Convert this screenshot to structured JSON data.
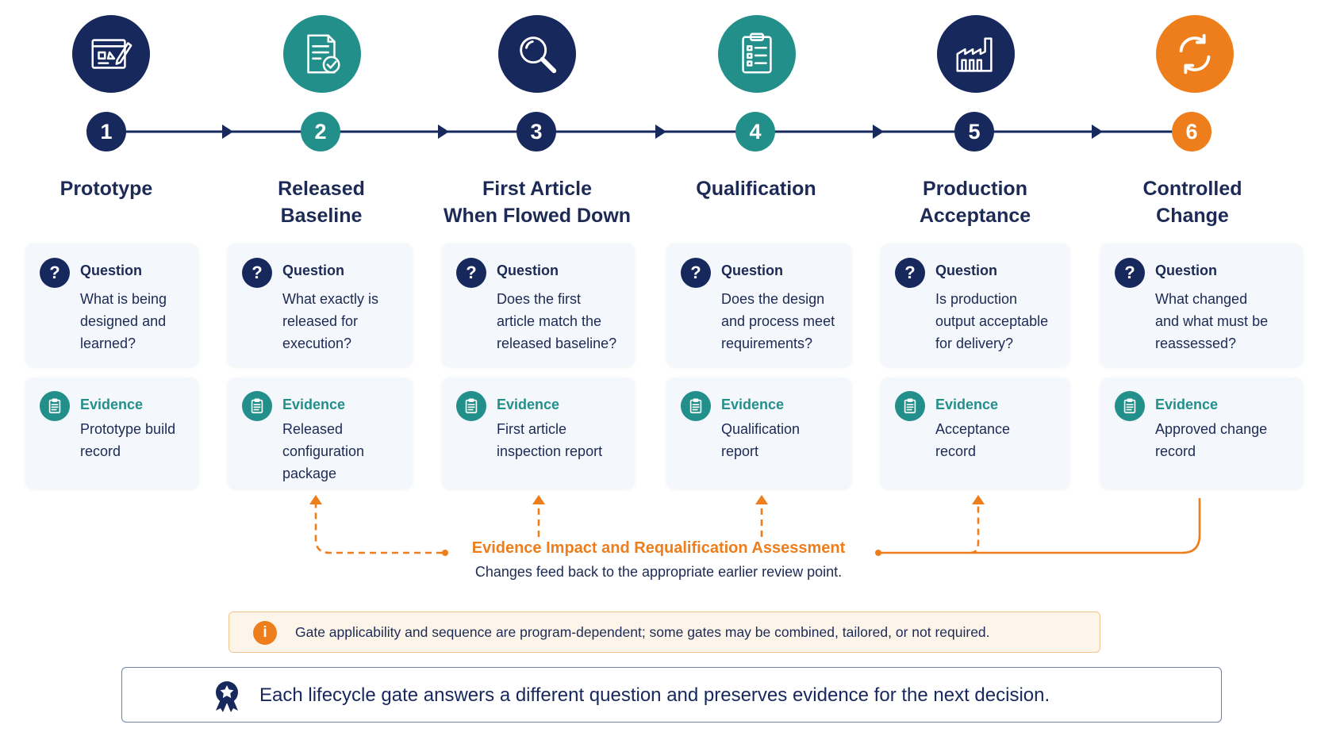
{
  "stages": [
    {
      "number": "1",
      "icon": "blueprint-icon",
      "title_line1": "Prototype",
      "title_line2": "",
      "question_label": "Question",
      "question_lines": [
        "What is being",
        "designed and",
        "learned?"
      ],
      "evidence_label": "Evidence",
      "evidence_lines": [
        "Prototype build",
        "record",
        ""
      ]
    },
    {
      "number": "2",
      "icon": "document-check-icon",
      "title_line1": "Released",
      "title_line2": "Baseline",
      "question_label": "Question",
      "question_lines": [
        "What exactly is",
        "released for",
        "execution?"
      ],
      "evidence_label": "Evidence",
      "evidence_lines": [
        "Released",
        "configuration",
        "package"
      ]
    },
    {
      "number": "3",
      "icon": "magnifier-icon",
      "title_line1": "First Article",
      "title_line2": "When Flowed Down",
      "question_label": "Question",
      "question_lines": [
        "Does the first",
        "article match the",
        "released baseline?"
      ],
      "evidence_label": "Evidence",
      "evidence_lines": [
        "First article",
        "inspection report",
        ""
      ]
    },
    {
      "number": "4",
      "icon": "checklist-icon",
      "title_line1": "Qualification",
      "title_line2": "",
      "question_label": "Question",
      "question_lines": [
        "Does the design",
        "and process meet",
        "requirements?"
      ],
      "evidence_label": "Evidence",
      "evidence_lines": [
        "Qualification",
        "report",
        ""
      ]
    },
    {
      "number": "5",
      "icon": "factory-icon",
      "title_line1": "Production",
      "title_line2": "Acceptance",
      "question_label": "Question",
      "question_lines": [
        "Is production",
        "output acceptable",
        "for delivery?"
      ],
      "evidence_label": "Evidence",
      "evidence_lines": [
        "Acceptance",
        "record",
        ""
      ]
    },
    {
      "number": "6",
      "icon": "cycle-arrows-icon",
      "title_line1": "Controlled",
      "title_line2": "Change",
      "question_label": "Question",
      "question_lines": [
        "What changed",
        "and what must be",
        "reassessed?"
      ],
      "evidence_label": "Evidence",
      "evidence_lines": [
        "Approved change",
        "record",
        ""
      ]
    }
  ],
  "feedback": {
    "title": "Evidence Impact and Requalification Assessment",
    "subtitle": "Changes feed back to the appropriate earlier review point."
  },
  "note": {
    "icon": "info-icon",
    "icon_glyph": "i",
    "text": "Gate applicability and sequence are program-dependent; some gates may be combined, tailored, or not required."
  },
  "summary": {
    "icon": "award-ribbon-icon",
    "text": "Each lifecycle gate answers a different question and preserves evidence for the next decision."
  },
  "colors": {
    "navy": "#16285c",
    "teal": "#238f8b",
    "orange": "#ee7d1c",
    "card_bg": "#f4f7fb",
    "note_bg": "#fdf5ea"
  }
}
